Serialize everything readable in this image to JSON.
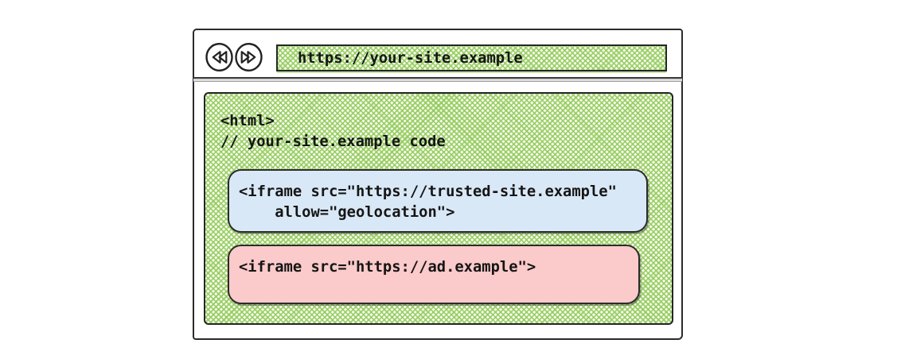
{
  "window": {
    "url": "https://your-site.example"
  },
  "code": {
    "html_open": "<html>",
    "comment": "// your-site.example code"
  },
  "trusted_iframe": {
    "line1": "<iframe src=\"https://trusted-site.example\"",
    "line2": "    allow=\"geolocation\">"
  },
  "ad_iframe": {
    "line1": "<iframe src=\"https://ad.example\">"
  },
  "colors": {
    "trusted_bg": "#d9e8f6",
    "ad_bg": "#fbcaca",
    "hatch_green": "#92cb5a",
    "ink": "#262626"
  }
}
